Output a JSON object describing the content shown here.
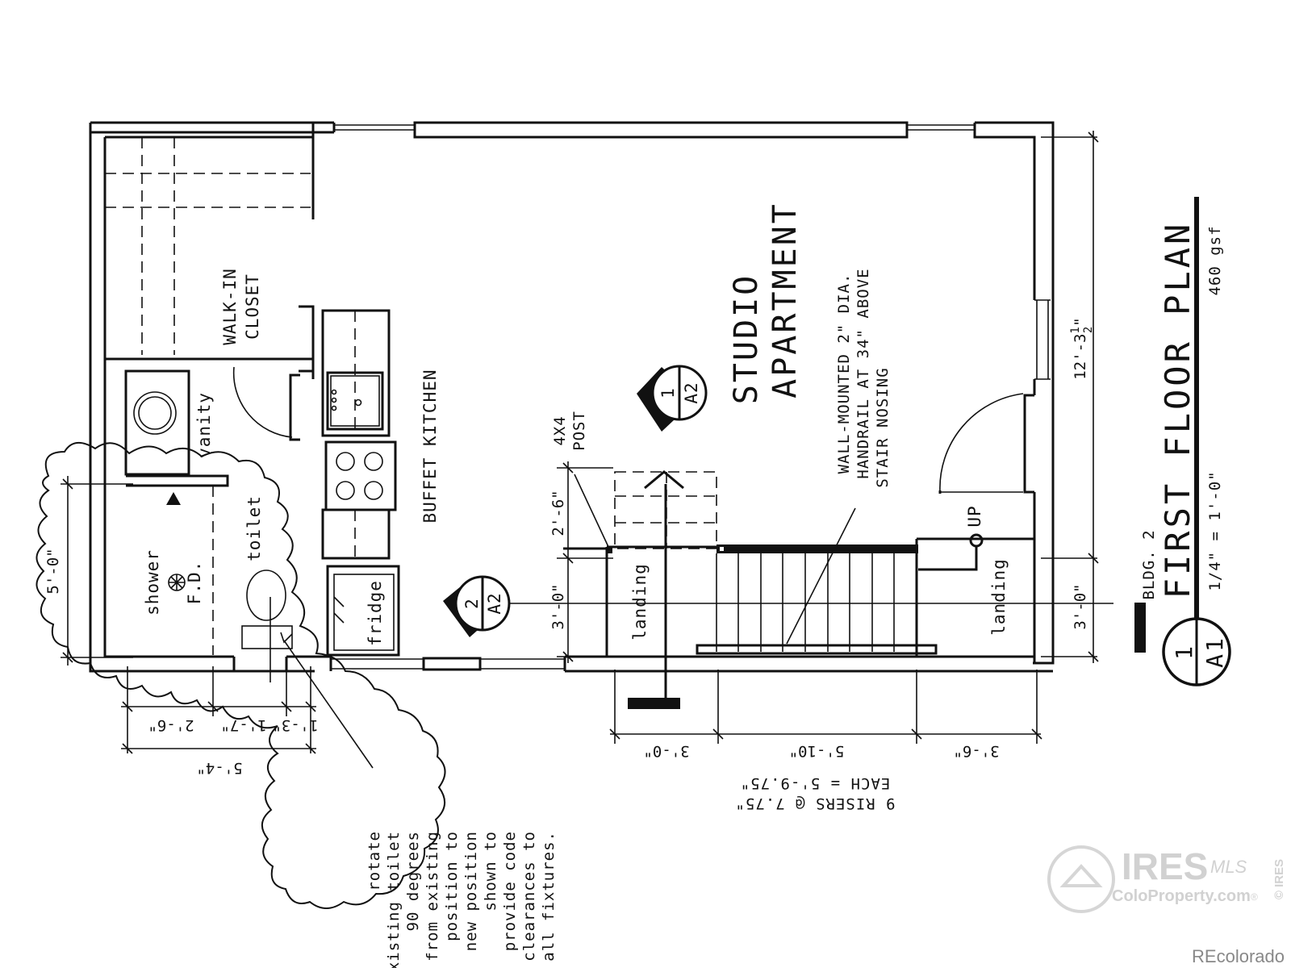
{
  "rooms": {
    "walk_in_closet": [
      "WALK-IN",
      "CLOSET"
    ],
    "buffet_kitchen": "BUFFET KITCHEN",
    "studio_apartment": [
      "STUDIO",
      "APARTMENT"
    ],
    "vanity": "vanity",
    "shower": "shower",
    "floor_drain": "F.D.",
    "toilet": "toilet",
    "fridge": "fridge",
    "landing_west": "landing",
    "landing_east": "landing",
    "stair_up": "UP"
  },
  "notes": {
    "post": [
      "4X4",
      "POST"
    ],
    "handrail": [
      "WALL-MOUNTED 2\" DIA.",
      "HANDRAIL AT 34\" ABOVE",
      "STAIR NOSING"
    ],
    "toilet_rotation": [
      "rotate",
      "existing toilet",
      "90 degrees",
      "from existing",
      "position to",
      "new position",
      "shown to",
      "provide code",
      "clearances to",
      "all fixtures."
    ],
    "risers": [
      "9 RISERS @ 7.75\"",
      "EACH = 5'-9.75\""
    ]
  },
  "dimensions": {
    "bath_height": "5'-0\"",
    "bath_w1": "2'-6\"",
    "bath_w2": "1'-7\"",
    "bath_w3": "1'-3\"",
    "bath_total": "5'-4\"",
    "stair_a": "3'-0\"",
    "stair_b": "5'-10\"",
    "stair_c": "3'-6\"",
    "post_offset": "2'-6\"",
    "landing_depth_left": "3'-0\"",
    "landing_depth_right": "3'-0\"",
    "overall_depth": "12'-3",
    "overall_depth_frac_num": "1",
    "overall_depth_frac_den": "2",
    "overall_depth_inch": "\""
  },
  "section_markers": {
    "marker_1": {
      "number": "1",
      "sheet": "A2"
    },
    "marker_2": {
      "number": "2",
      "sheet": "A2"
    }
  },
  "title_block": {
    "building": "BLDG. 2",
    "title": "FIRST FLOOR PLAN",
    "scale": "1/4\" = 1'-0\"",
    "area": "460 gsf",
    "detail_number": "1",
    "detail_sheet": "A1"
  },
  "watermark": {
    "logo": "IRES",
    "mls": "MLS",
    "site": "ColoProperty.com",
    "reg": "®",
    "side": "© IRES",
    "credit": "REcolorado"
  }
}
